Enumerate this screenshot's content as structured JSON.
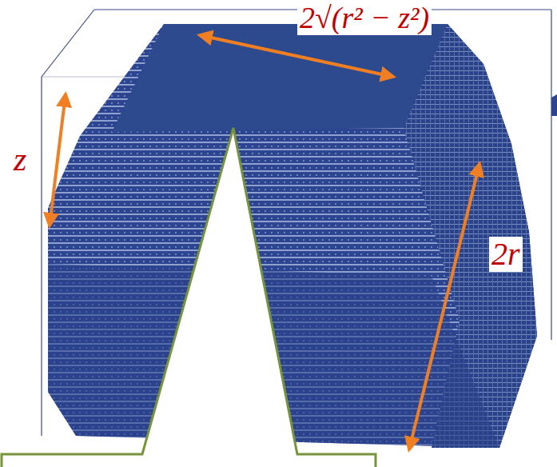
{
  "diagram": {
    "labels": [
      "2√(r² − z²)",
      "z",
      "2r"
    ]
  }
}
